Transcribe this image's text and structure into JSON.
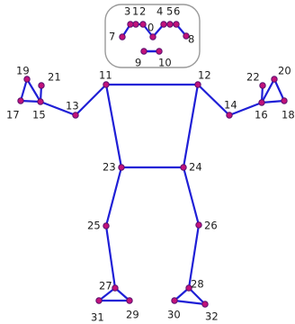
{
  "diagram": {
    "colors": {
      "bone": "#1f1fd6",
      "joint_fill": "#c2127a",
      "joint_stroke": "#5a0f6e",
      "face_box_stroke": "#9a9a9a",
      "label": "#1a1a1a"
    },
    "landmarks": [
      {
        "id": "0",
        "label": "0"
      },
      {
        "id": "1",
        "label": "1"
      },
      {
        "id": "2",
        "label": "2"
      },
      {
        "id": "3",
        "label": "3"
      },
      {
        "id": "4",
        "label": "4"
      },
      {
        "id": "5",
        "label": "5"
      },
      {
        "id": "6",
        "label": "6"
      },
      {
        "id": "7",
        "label": "7"
      },
      {
        "id": "8",
        "label": "8"
      },
      {
        "id": "9",
        "label": "9"
      },
      {
        "id": "10",
        "label": "10"
      },
      {
        "id": "11",
        "label": "11"
      },
      {
        "id": "12",
        "label": "12"
      },
      {
        "id": "13",
        "label": "13"
      },
      {
        "id": "14",
        "label": "14"
      },
      {
        "id": "15",
        "label": "15"
      },
      {
        "id": "16",
        "label": "16"
      },
      {
        "id": "17",
        "label": "17"
      },
      {
        "id": "18",
        "label": "18"
      },
      {
        "id": "19",
        "label": "19"
      },
      {
        "id": "20",
        "label": "20"
      },
      {
        "id": "21",
        "label": "21"
      },
      {
        "id": "22",
        "label": "22"
      },
      {
        "id": "23",
        "label": "23"
      },
      {
        "id": "24",
        "label": "24"
      },
      {
        "id": "25",
        "label": "25"
      },
      {
        "id": "26",
        "label": "26"
      },
      {
        "id": "27",
        "label": "27"
      },
      {
        "id": "28",
        "label": "28"
      },
      {
        "id": "29",
        "label": "29"
      },
      {
        "id": "30",
        "label": "30"
      },
      {
        "id": "31",
        "label": "31"
      },
      {
        "id": "32",
        "label": "32"
      }
    ],
    "connections": [
      [
        "0",
        "1"
      ],
      [
        "1",
        "2"
      ],
      [
        "2",
        "3"
      ],
      [
        "3",
        "7"
      ],
      [
        "0",
        "4"
      ],
      [
        "4",
        "5"
      ],
      [
        "5",
        "6"
      ],
      [
        "6",
        "8"
      ],
      [
        "9",
        "10"
      ],
      [
        "11",
        "12"
      ],
      [
        "11",
        "23"
      ],
      [
        "12",
        "24"
      ],
      [
        "23",
        "24"
      ],
      [
        "11",
        "13"
      ],
      [
        "13",
        "15"
      ],
      [
        "15",
        "17"
      ],
      [
        "15",
        "19"
      ],
      [
        "17",
        "19"
      ],
      [
        "15",
        "21"
      ],
      [
        "12",
        "14"
      ],
      [
        "14",
        "16"
      ],
      [
        "16",
        "18"
      ],
      [
        "16",
        "20"
      ],
      [
        "18",
        "20"
      ],
      [
        "16",
        "22"
      ],
      [
        "23",
        "25"
      ],
      [
        "25",
        "27"
      ],
      [
        "27",
        "29"
      ],
      [
        "27",
        "31"
      ],
      [
        "29",
        "31"
      ],
      [
        "24",
        "26"
      ],
      [
        "26",
        "28"
      ],
      [
        "28",
        "30"
      ],
      [
        "28",
        "32"
      ],
      [
        "30",
        "32"
      ]
    ]
  }
}
